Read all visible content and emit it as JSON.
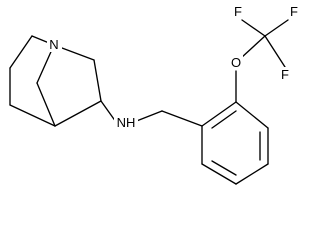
{
  "atoms": {
    "n_ring": "N",
    "nh_amine": "NH",
    "o_ether": "O",
    "f_upper_left": "F",
    "f_upper_right": "F",
    "f_lower_right": "F"
  },
  "colors": {
    "bond": "#000000",
    "text": "#000000",
    "background": "#ffffff"
  }
}
